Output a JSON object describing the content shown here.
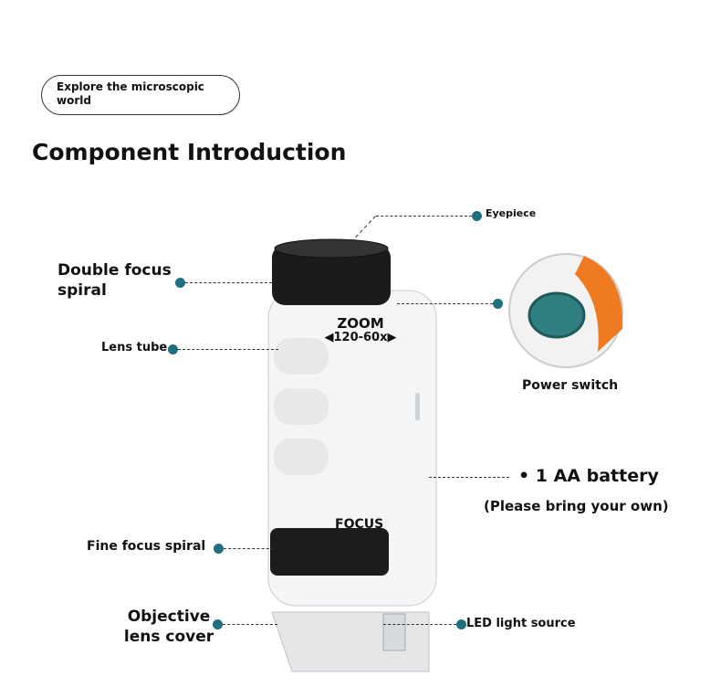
{
  "tagline": "Explore the microscopic world",
  "title": "Component Introduction",
  "labels": {
    "eyepiece": "Eyepiece",
    "double_focus": "Double focus spiral",
    "lens_tube": "Lens tube",
    "power_switch": "Power switch",
    "battery": "• 1 AA battery",
    "battery_note": "(Please bring your own)",
    "fine_focus": "Fine focus spiral",
    "objective_cover": "Objective lens cover",
    "led": "LED light source"
  },
  "device": {
    "zoom_label": "ZOOM",
    "zoom_range": "◀120-60x▶",
    "focus_label": "FOCUS"
  },
  "colors": {
    "dot": "#1f6f80",
    "accent": "#f07a22"
  }
}
